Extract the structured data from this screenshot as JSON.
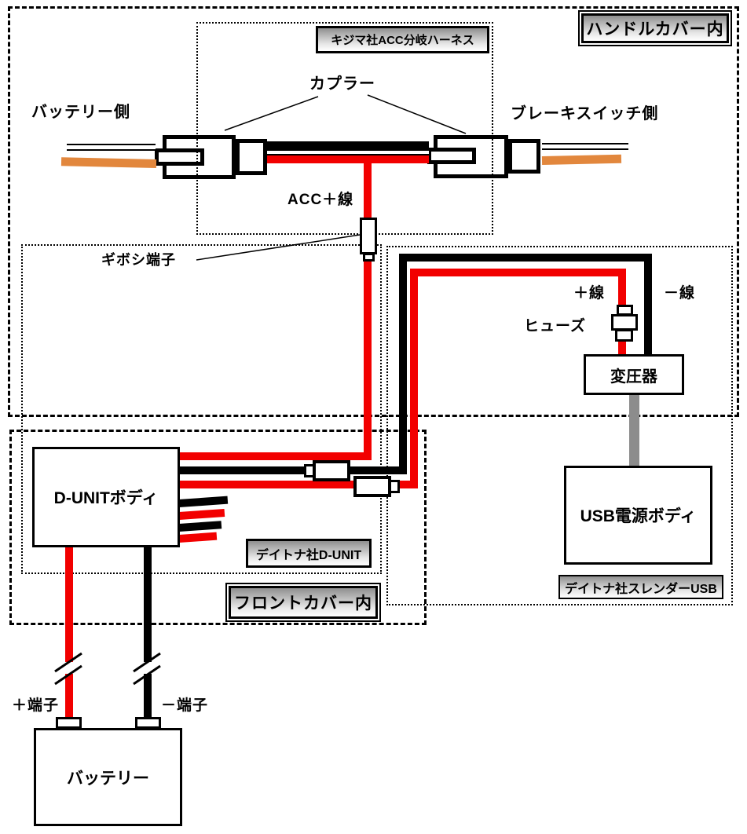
{
  "diagram": {
    "zones": {
      "handle_cover": "ハンドルカバー内",
      "front_cover": "フロントカバー内",
      "kijima_harness": "キジマ社ACC分岐ハーネス",
      "daytona_dunit": "デイトナ社D-UNIT",
      "daytona_usb": "デイトナ社スレンダーUSB"
    },
    "components": {
      "d_unit": "D-UNITボディ",
      "transformer": "変圧器",
      "usb_power": "USB電源ボディ",
      "battery": "バッテリー"
    },
    "labels": {
      "battery_side": "バッテリー側",
      "brake_switch_side": "ブレーキスイッチ側",
      "coupler": "カプラー",
      "acc_plus_wire": "ACC＋線",
      "giboshi_terminal": "ギボシ端子",
      "plus_wire": "＋線",
      "minus_wire": "－線",
      "fuse": "ヒューズ",
      "plus_terminal": "＋端子",
      "minus_terminal": "－端子"
    },
    "colors": {
      "wire_red": "#f20000",
      "wire_black": "#000000",
      "wire_orange": "#e2873d",
      "wire_gray": "#8c8c8c"
    }
  }
}
